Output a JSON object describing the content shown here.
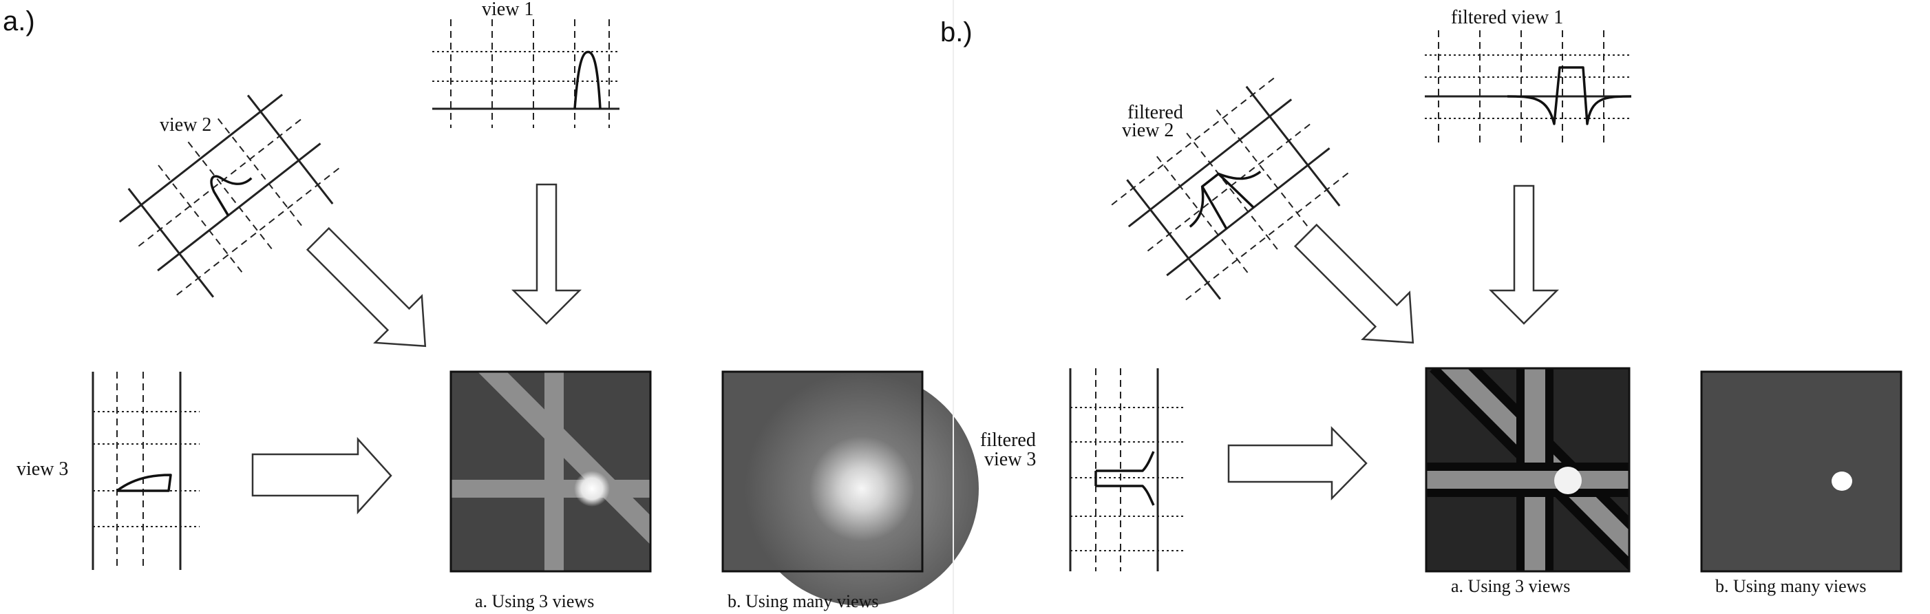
{
  "panels": {
    "a": {
      "panel_label": "a.)",
      "view1": "view 1",
      "view2": "view 2",
      "view3": "view 3",
      "caption_3views": "a.   Using 3 views",
      "caption_many": "b.   Using many views"
    },
    "b": {
      "panel_label": "b.)",
      "view1": "filtered view 1",
      "view2_line1": "filtered",
      "view2_line2": "view 2",
      "view3_line1": "filtered",
      "view3_line2": "view 3",
      "caption_3views": "a.   Using 3 views",
      "caption_many": "b.   Using many views"
    }
  },
  "colors": {
    "image_bg": "#444444",
    "image_bg_filtered": "#1a1a1a",
    "beam": "#9a9a9a",
    "hotspot": "#ffffff"
  }
}
